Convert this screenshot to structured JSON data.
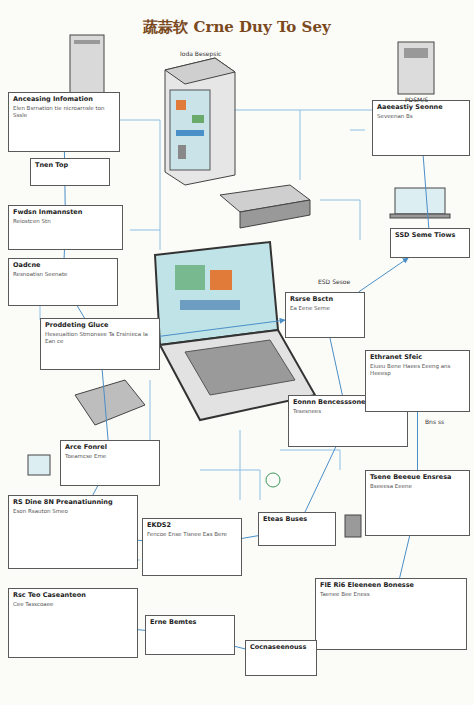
{
  "diagram": {
    "title": "蔬蒜软 Crne Duy To Sey",
    "nodes": [
      {
        "text": [
          "Anceasing Infomation",
          "Elen Bsrnation tie nicroarnsle ton Sssle"
        ]
      },
      {
        "text": [
          "Tnen Top"
        ]
      },
      {
        "text": [
          "Fwdsn Inmannsten",
          "Reiostcen Stn"
        ]
      },
      {
        "text": [
          "Oadcne",
          "Resnoatisn Seenate"
        ]
      },
      {
        "text": [
          "Proddeting Gluce",
          "Heseuaition Stmonsee Ta Ersinieca Ia Ean ce"
        ]
      },
      {
        "text": [
          "Arce Fonrel",
          "Toeamcse Eme"
        ]
      },
      {
        "text": [
          "RS Dine 8N Preanatiunning",
          "Eson Rsauton Smeo"
        ]
      },
      {
        "text": [
          "Rsc Teo Caseanteon",
          "Cee Tasscoaee"
        ]
      },
      {
        "text": [
          "EKDS2",
          "Fencoe Ense Tisnee Eas Bere"
        ]
      },
      {
        "text": [
          "Eteas Buses"
        ]
      },
      {
        "text": [
          "Eonnn Bencesssone",
          "Tesesnees"
        ]
      },
      {
        "text": [
          "Rsrse Bsctn",
          "Ea Eene Serne"
        ]
      },
      {
        "text": [
          "SSD Seme Tiows"
        ]
      },
      {
        "text": [
          "Aaeeastiy Seonne",
          "Seveenan Bs"
        ]
      },
      {
        "text": [
          "Ethranet Sfeic",
          "Eiueu Bene Haees Eeeng ans Heeesp"
        ]
      },
      {
        "text": [
          "Tsene Beeeue Ensresa",
          "Bseeesa Eeene"
        ]
      },
      {
        "text": [
          "FIE Ri6 Eleeneen Bonesse",
          "Taenee Bee Eness"
        ]
      },
      {
        "text": [
          "Erne Bemtes"
        ]
      },
      {
        "text": [
          "Cocnaseenouss"
        ]
      }
    ],
    "edges": [
      {
        "from": 0,
        "to": 2,
        "arrow": "none"
      },
      {
        "from": 2,
        "to": 3,
        "arrow": "none"
      },
      {
        "from": 3,
        "to": 4,
        "arrow": "none"
      },
      {
        "from": 4,
        "to": 5,
        "arrow": "none"
      },
      {
        "from": 5,
        "to": 6,
        "arrow": "none"
      },
      {
        "from": 6,
        "to": 8,
        "arrow": "none"
      },
      {
        "from": 8,
        "to": 9,
        "arrow": "none"
      },
      {
        "from": 9,
        "to": 10,
        "arrow": "none"
      },
      {
        "from": 10,
        "to": 11,
        "arrow": "none"
      },
      {
        "from": 11,
        "to": 12,
        "arrow": "to"
      },
      {
        "from": 12,
        "to": 13,
        "arrow": "none"
      },
      {
        "from": 14,
        "to": 15,
        "arrow": "none"
      },
      {
        "from": 15,
        "to": 16,
        "arrow": "none"
      },
      {
        "from": 16,
        "to": 18,
        "arrow": "none"
      },
      {
        "from": 17,
        "to": 18,
        "arrow": "none"
      },
      {
        "from": 7,
        "to": 17,
        "arrow": "none"
      },
      {
        "from": 4,
        "to": 11,
        "arrow": "to"
      },
      {
        "from": 10,
        "to": 14,
        "arrow": "none"
      }
    ],
    "labels": [
      "Ioda Besepsic",
      "PDSM/S",
      "Bns ss",
      "ESD Sesoe"
    ]
  }
}
